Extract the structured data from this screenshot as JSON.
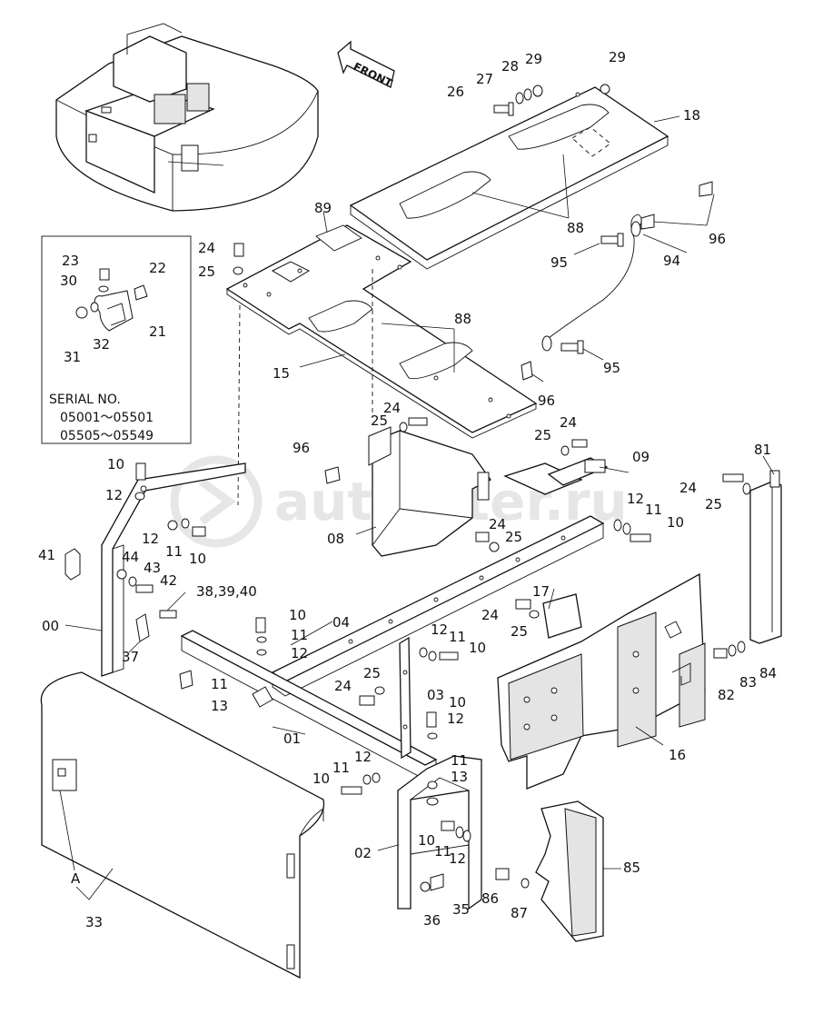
{
  "watermark": "autopiter.ru",
  "front_arrow_label": "FRONT",
  "inset": {
    "serial_title": "SERIAL  NO.",
    "serial_ranges": [
      "05001～05501",
      "05505～05549"
    ]
  },
  "callouts": [
    {
      "id": "c26",
      "text": "26"
    },
    {
      "id": "c27",
      "text": "27"
    },
    {
      "id": "c28",
      "text": "28"
    },
    {
      "id": "c29a",
      "text": "29"
    },
    {
      "id": "c29b",
      "text": "29"
    },
    {
      "id": "c18",
      "text": "18"
    },
    {
      "id": "c88a",
      "text": "88"
    },
    {
      "id": "c96a",
      "text": "96"
    },
    {
      "id": "c95a",
      "text": "95"
    },
    {
      "id": "c94",
      "text": "94"
    },
    {
      "id": "c95b",
      "text": "95"
    },
    {
      "id": "c89",
      "text": "89"
    },
    {
      "id": "c24a",
      "text": "24"
    },
    {
      "id": "c25a",
      "text": "25"
    },
    {
      "id": "c88b",
      "text": "88"
    },
    {
      "id": "c15",
      "text": "15"
    },
    {
      "id": "c96b",
      "text": "96"
    },
    {
      "id": "c23",
      "text": "23"
    },
    {
      "id": "c30",
      "text": "30"
    },
    {
      "id": "c22",
      "text": "22"
    },
    {
      "id": "c21",
      "text": "21"
    },
    {
      "id": "c31",
      "text": "31"
    },
    {
      "id": "c32",
      "text": "32"
    },
    {
      "id": "c24b",
      "text": "24"
    },
    {
      "id": "c25b",
      "text": "25"
    },
    {
      "id": "c96c",
      "text": "96"
    },
    {
      "id": "c25c",
      "text": "25"
    },
    {
      "id": "c24c",
      "text": "24"
    },
    {
      "id": "c09",
      "text": "09"
    },
    {
      "id": "c81",
      "text": "81"
    },
    {
      "id": "c10a",
      "text": "10"
    },
    {
      "id": "c12a",
      "text": "12"
    },
    {
      "id": "c24d",
      "text": "24"
    },
    {
      "id": "c25d",
      "text": "25"
    },
    {
      "id": "c12b",
      "text": "12"
    },
    {
      "id": "c11a",
      "text": "11"
    },
    {
      "id": "c10b",
      "text": "10"
    },
    {
      "id": "c08",
      "text": "08"
    },
    {
      "id": "c24e",
      "text": "24"
    },
    {
      "id": "c25e",
      "text": "25"
    },
    {
      "id": "c12c",
      "text": "12"
    },
    {
      "id": "c11b",
      "text": "11"
    },
    {
      "id": "c10c",
      "text": "10"
    },
    {
      "id": "c41",
      "text": "41"
    },
    {
      "id": "c44",
      "text": "44"
    },
    {
      "id": "c43",
      "text": "43"
    },
    {
      "id": "c42",
      "text": "42"
    },
    {
      "id": "c38",
      "text": "38,39,40"
    },
    {
      "id": "c10d",
      "text": "10"
    },
    {
      "id": "c17",
      "text": "17"
    },
    {
      "id": "c24f",
      "text": "24"
    },
    {
      "id": "c25f",
      "text": "25"
    },
    {
      "id": "c00",
      "text": "00"
    },
    {
      "id": "c37",
      "text": "37"
    },
    {
      "id": "c04",
      "text": "04"
    },
    {
      "id": "c11c",
      "text": "11"
    },
    {
      "id": "c12d",
      "text": "12"
    },
    {
      "id": "c12e",
      "text": "12"
    },
    {
      "id": "c11d",
      "text": "11"
    },
    {
      "id": "c10e",
      "text": "10"
    },
    {
      "id": "c82",
      "text": "82"
    },
    {
      "id": "c83",
      "text": "83"
    },
    {
      "id": "c84",
      "text": "84"
    },
    {
      "id": "c11e",
      "text": "11"
    },
    {
      "id": "c13a",
      "text": "13"
    },
    {
      "id": "c24g",
      "text": "24"
    },
    {
      "id": "c25g",
      "text": "25"
    },
    {
      "id": "c03",
      "text": "03"
    },
    {
      "id": "c10f",
      "text": "10"
    },
    {
      "id": "c12f",
      "text": "12"
    },
    {
      "id": "c01",
      "text": "01"
    },
    {
      "id": "c16",
      "text": "16"
    },
    {
      "id": "c11f",
      "text": "11"
    },
    {
      "id": "c12g",
      "text": "12"
    },
    {
      "id": "c10g",
      "text": "10"
    },
    {
      "id": "c11g",
      "text": "11"
    },
    {
      "id": "c13b",
      "text": "13"
    },
    {
      "id": "c10h",
      "text": "10"
    },
    {
      "id": "c11h",
      "text": "11"
    },
    {
      "id": "c12h",
      "text": "12"
    },
    {
      "id": "c02",
      "text": "02"
    },
    {
      "id": "c85",
      "text": "85"
    },
    {
      "id": "c86",
      "text": "86"
    },
    {
      "id": "c87",
      "text": "87"
    },
    {
      "id": "c36",
      "text": "36"
    },
    {
      "id": "c35",
      "text": "35"
    },
    {
      "id": "cA",
      "text": "A"
    },
    {
      "id": "c33",
      "text": "33"
    }
  ]
}
